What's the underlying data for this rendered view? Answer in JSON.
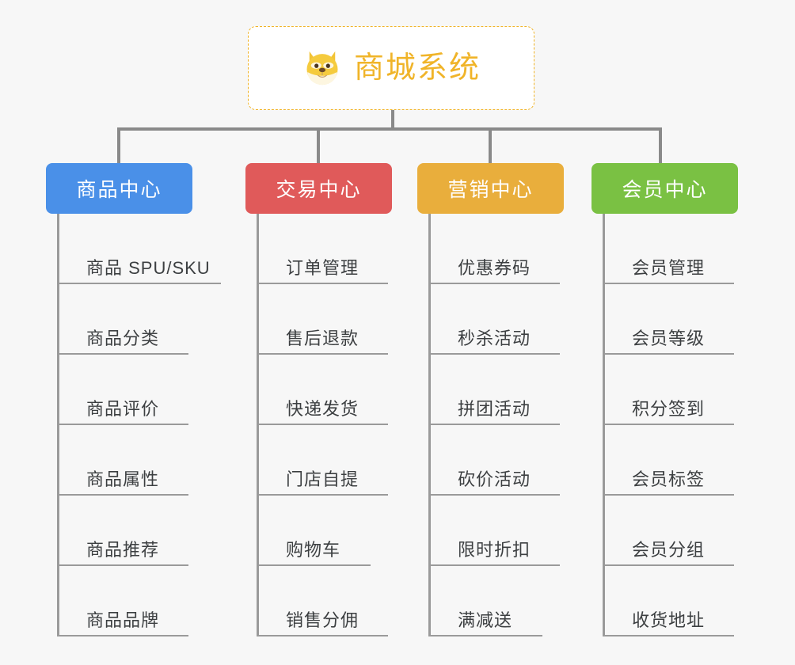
{
  "background_color": "#f7f7f7",
  "root": {
    "icon": "shiba-dog-face-icon",
    "title": "商城系统",
    "title_color": "#f0b429",
    "border_color": "#f0b429",
    "border_style": "dashed"
  },
  "connector_color": "#8a8a8a",
  "leaf_text_color": "#3c3f41",
  "leaf_rule_color": "#9a9a9a",
  "columns": [
    {
      "id": "product-center",
      "label": "商品中心",
      "color": "#4a90e8",
      "items": [
        {
          "label": "商品 SPU/SKU",
          "rule_width": 204
        },
        {
          "label": "商品分类",
          "rule_width": 163
        },
        {
          "label": "商品评价",
          "rule_width": 163
        },
        {
          "label": "商品属性",
          "rule_width": 163
        },
        {
          "label": "商品推荐",
          "rule_width": 163
        },
        {
          "label": "商品品牌",
          "rule_width": 163
        }
      ]
    },
    {
      "id": "trade-center",
      "label": "交易中心",
      "color": "#e05a5a",
      "items": [
        {
          "label": "订单管理",
          "rule_width": 163
        },
        {
          "label": "售后退款",
          "rule_width": 163
        },
        {
          "label": "快递发货",
          "rule_width": 163
        },
        {
          "label": "门店自提",
          "rule_width": 163
        },
        {
          "label": "购物车",
          "rule_width": 141
        },
        {
          "label": "销售分佣",
          "rule_width": 163
        }
      ]
    },
    {
      "id": "marketing-center",
      "label": "营销中心",
      "color": "#e9ae3c",
      "items": [
        {
          "label": "优惠券码",
          "rule_width": 163
        },
        {
          "label": "秒杀活动",
          "rule_width": 163
        },
        {
          "label": "拼团活动",
          "rule_width": 163
        },
        {
          "label": "砍价活动",
          "rule_width": 163
        },
        {
          "label": "限时折扣",
          "rule_width": 163
        },
        {
          "label": "满减送",
          "rule_width": 141
        }
      ]
    },
    {
      "id": "member-center",
      "label": "会员中心",
      "color": "#7ac143",
      "items": [
        {
          "label": "会员管理",
          "rule_width": 163
        },
        {
          "label": "会员等级",
          "rule_width": 163
        },
        {
          "label": "积分签到",
          "rule_width": 163
        },
        {
          "label": "会员标签",
          "rule_width": 163
        },
        {
          "label": "会员分组",
          "rule_width": 163
        },
        {
          "label": "收货地址",
          "rule_width": 163
        }
      ]
    }
  ]
}
